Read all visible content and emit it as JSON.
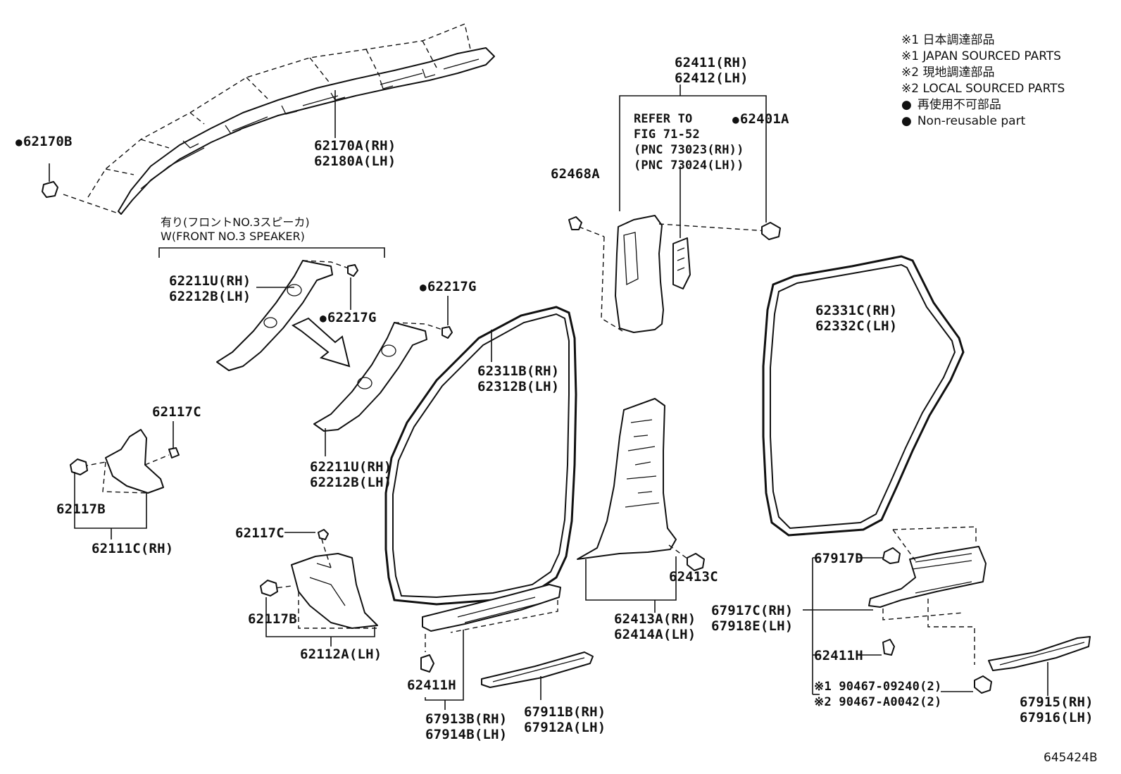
{
  "notes": [
    "※1 日本調達部品",
    "※1 JAPAN SOURCED PARTS",
    "※2 現地調達部品",
    "※2 LOCAL SOURCED PARTS",
    "再使用不可部品",
    "Non-reusable part"
  ],
  "speaker_note": {
    "jp": "有り(フロントNO.3スピーカ)",
    "en": "W(FRONT NO.3 SPEAKER)"
  },
  "refer": {
    "line1": "REFER TO",
    "line2": "FIG 71-52",
    "line3": "(PNC 73023(RH))",
    "line4": "(PNC 73024(LH))"
  },
  "labels": {
    "p62170B": "62170B",
    "p62170A": "62170A(RH)",
    "p62180A": "62180A(LH)",
    "p62211U_a": "62211U(RH)",
    "p62212B_a": "62212B(LH)",
    "p62217G_a": "62217G",
    "p62217G_b": "62217G",
    "p62211U_b": "62211U(RH)",
    "p62212B_b": "62212B(LH)",
    "p62117C_a": "62117C",
    "p62117B_a": "62117B",
    "p62111C": "62111C(RH)",
    "p62117C_b": "62117C",
    "p62117B_b": "62117B",
    "p62112A": "62112A(LH)",
    "p62311B": "62311B(RH)",
    "p62312B": "62312B(LH)",
    "p62411H_a": "62411H",
    "p67913B": "67913B(RH)",
    "p67914B": "67914B(LH)",
    "p67911B": "67911B(RH)",
    "p67912A": "67912A(LH)",
    "p62411": "62411(RH)",
    "p62412": "62412(LH)",
    "p62401A": "62401A",
    "p62468A": "62468A",
    "p62413C": "62413C",
    "p62413A": "62413A(RH)",
    "p62414A": "62414A(LH)",
    "p62331C": "62331C(RH)",
    "p62332C": "62332C(LH)",
    "p67917D": "67917D",
    "p67917C": "67917C(RH)",
    "p67918E": "67918E(LH)",
    "p62411H_b": "62411H",
    "p90467_1": "※1 90467-09240(2)",
    "p90467_2": "※2 90467-A0042(2)",
    "p67915": "67915(RH)",
    "p67916": "67916(LH)"
  },
  "figure_number": "645424B"
}
